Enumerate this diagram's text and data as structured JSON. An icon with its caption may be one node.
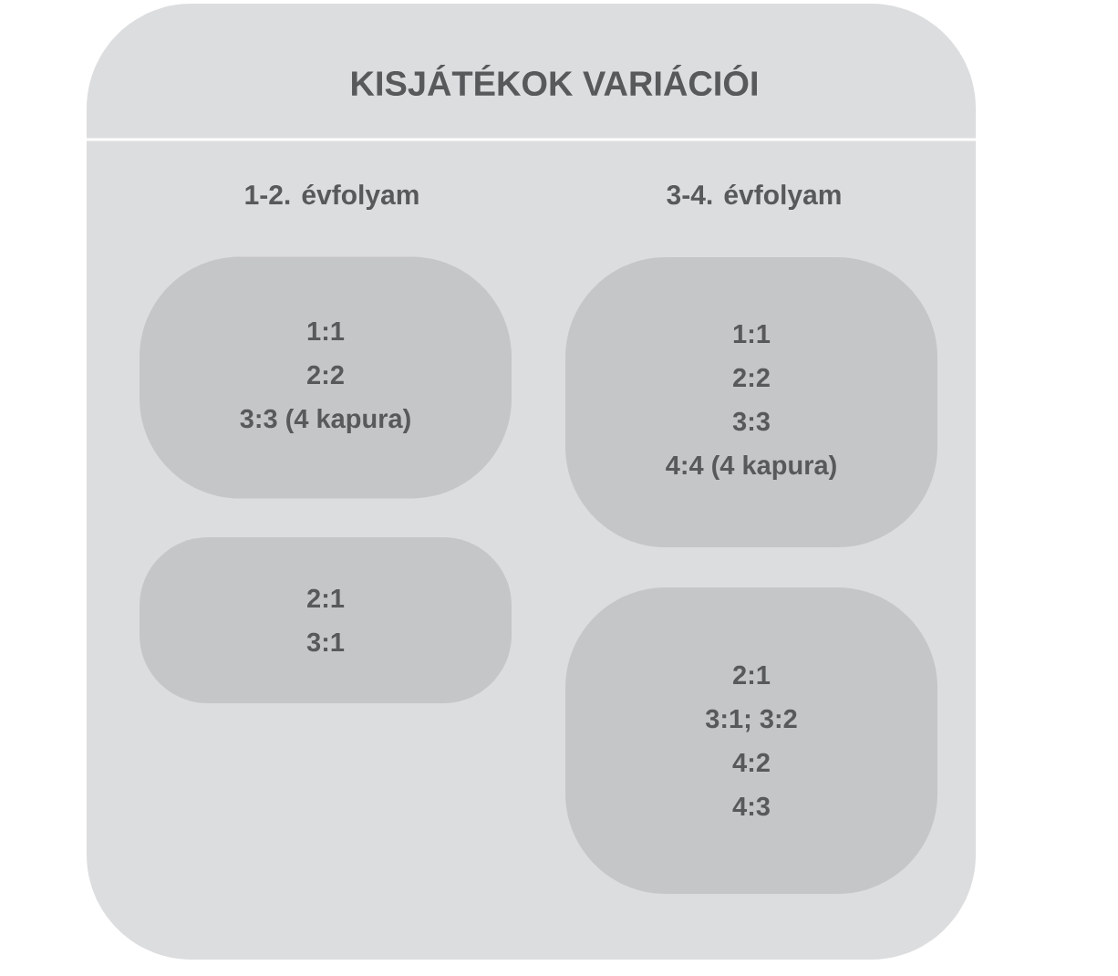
{
  "diagram": {
    "title": "KISJÁTÉKOK VARIÁCIÓI",
    "nodes": [
      {
        "text": [],
        "shape": "box"
      },
      {
        "text": [
          "1:1",
          "2:2",
          "3:3 (4 kapura)"
        ],
        "in": 0
      },
      {
        "text": [
          "1:1",
          "2:2",
          "3:3",
          "4:4 (4 kapura)"
        ],
        "in": 0
      },
      {
        "text": [
          "2:1",
          "3:1"
        ],
        "in": 0
      },
      {
        "text": [
          "2:1",
          "3:1; 3:2",
          "4:2",
          "4:3"
        ],
        "in": 0
      }
    ],
    "labels": [
      "1-2. évfolyam",
      "3-4. évfolyam"
    ]
  }
}
